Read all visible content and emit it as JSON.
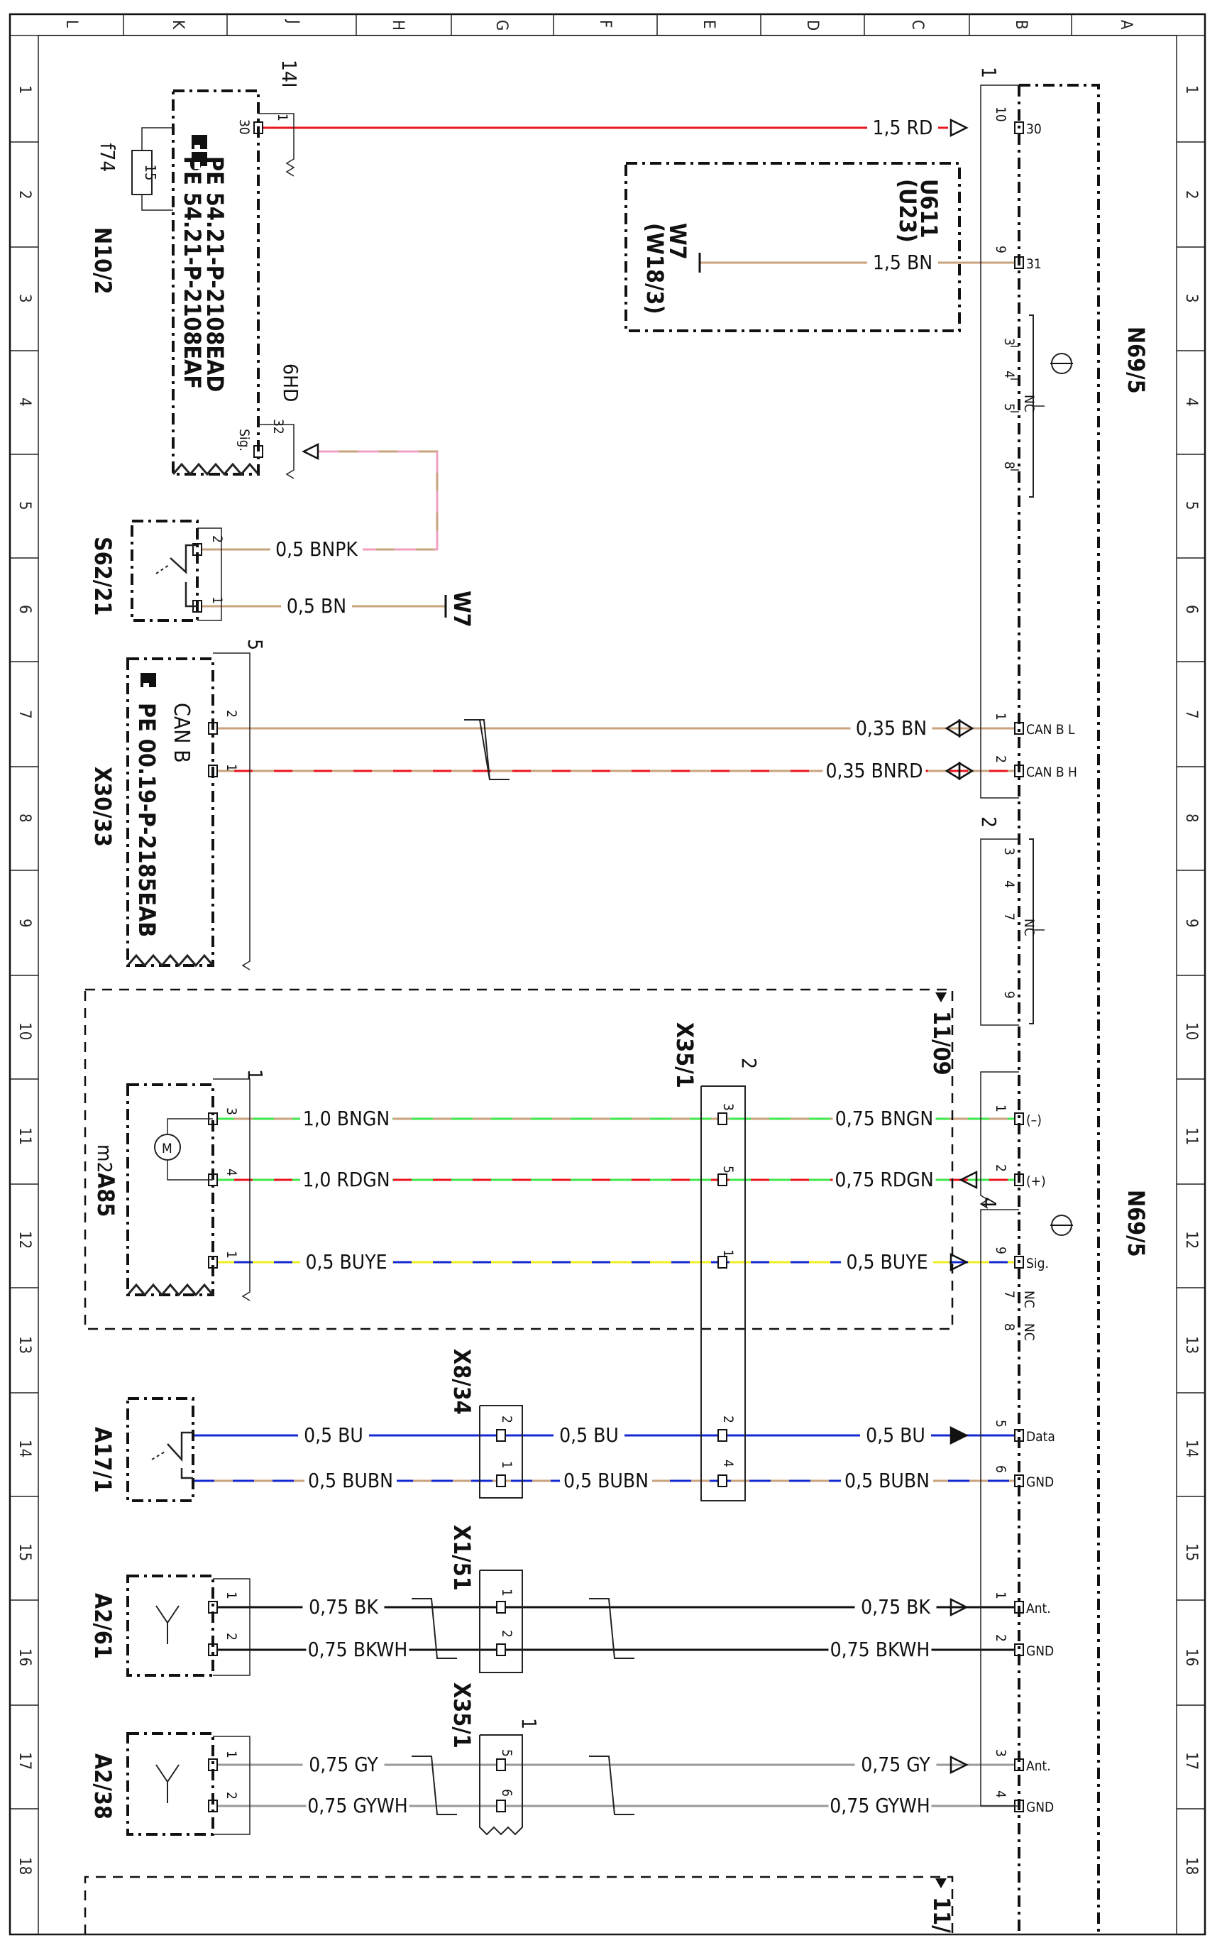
{
  "rows": [
    "1",
    "2",
    "3",
    "4",
    "5",
    "6",
    "7",
    "8",
    "9",
    "10",
    "11",
    "12",
    "13",
    "14",
    "15",
    "16",
    "17",
    "18"
  ],
  "cols": [
    "L",
    "K",
    "J",
    "H",
    "G",
    "F",
    "E",
    "D",
    "C",
    "B",
    "A"
  ],
  "N10_2": {
    "id": "N10/2",
    "ref": "14I",
    "pin30": "30",
    "pin1": "1",
    "fuse_id": "f74",
    "fuse_val": "15",
    "pe1": "PE 54.21-P-2108EAD",
    "pe2": "PE 54.21-P-2108EAF",
    "ref2": "6HD",
    "pin32": "32",
    "sig": "Sig."
  },
  "U611": {
    "id": "U611",
    "sub": "(U23)"
  },
  "W7": {
    "id": "W7",
    "sub": "(W18/3)"
  },
  "S62_21": {
    "id": "S62/21",
    "pin2": "2",
    "pin1": "1"
  },
  "X30_33": {
    "id": "X30/33",
    "pin2": "2",
    "pin1": "1",
    "bus": "CAN B",
    "pe": "PE 00.19-P-2185EAB",
    "ref": "5"
  },
  "N69_5a": {
    "id": "N69/5",
    "ref": "1",
    "pin_10": "10",
    "pin_9": "9",
    "pin_3": "3",
    "pin_4": "4",
    "pin_5": "5",
    "pin_8": "8",
    "pin_1": "1",
    "pin_2": "2",
    "s30": "30",
    "s31": "31",
    "nc": "NC",
    "canl": "CAN B L",
    "canh": "CAN B H"
  },
  "N69_5b": {
    "id": "N69/5",
    "ref": "2",
    "ref2": "4",
    "p3": "3",
    "p4": "4",
    "p7": "7",
    "p9": "9",
    "p1": "1",
    "p2": "2",
    "p9b": "9",
    "p7b": "7",
    "p8": "8",
    "p5": "5",
    "p6": "6",
    "p1b": "1",
    "p2b": "2",
    "p3b": "3",
    "p4b": "4",
    "nc": "NC",
    "minus": "(–)",
    "plus": "(+)",
    "sig": "Sig.",
    "nc1": "NC",
    "nc2": "NC",
    "data": "Data",
    "gnd1": "GND",
    "ant1": "Ant.",
    "gnd2": "GND",
    "ant2": "Ant.",
    "gnd3": "GND"
  },
  "A85": {
    "id": "A85",
    "m2": "m2",
    "motor": "M",
    "pin3": "3",
    "pin4": "4",
    "pin1": "1",
    "ref": "1"
  },
  "X35_1a": {
    "id": "X35/1",
    "ref": "2",
    "p3": "3",
    "p5": "5",
    "p1": "1",
    "p2": "2",
    "p4": "4"
  },
  "X8_34": {
    "id": "X8/34",
    "p2": "2",
    "p1": "1"
  },
  "X1_51": {
    "id": "X1/51",
    "p1": "1",
    "p2": "2"
  },
  "X35_1b": {
    "id": "X35/1",
    "ref": "1",
    "p5": "5",
    "p6": "6"
  },
  "A17_1": {
    "id": "A17/1"
  },
  "A2_61": {
    "id": "A2/61",
    "p1": "1",
    "p2": "2"
  },
  "A2_38": {
    "id": "A2/38",
    "p1": "1",
    "p2": "2"
  },
  "ref_1109": "11/09",
  "ref_11": "11/",
  "wires": {
    "w30": "1,5 RD",
    "w31": "1,5 BN",
    "bnpk": "0,5 BNPK",
    "bn05": "0,5 BN",
    "w7": "W7",
    "canl": "0,35 BN",
    "canh": "0,35 BNRD",
    "bngn1": "1,0 BNGN",
    "bngn2": "0,75 BNGN",
    "rdgn1": "1,0 RDGN",
    "rdgn2": "0,75 RDGN",
    "buye1": "0,5 BUYE",
    "buye2": "0,5 BUYE",
    "bu1": "0,5 BU",
    "bu2": "0,5 BU",
    "bu3": "0,5 BU",
    "bubn1": "0,5 BUBN",
    "bubn2": "0,5 BUBN",
    "bubn3": "0,5 BUBN",
    "bk1": "0,75 BK",
    "bk2": "0,75 BK",
    "bkwh1": "0,75 BKWH",
    "bkwh2": "0,75 BKWH",
    "gy1": "0,75 GY",
    "gy2": "0,75 GY",
    "gywh1": "0,75 GYWH",
    "gywh2": "0,75 GYWH"
  },
  "colors": {
    "rd": "#e8141e",
    "bn": "#c9a27e",
    "pk": "#f2a0c2",
    "gn": "#3fe84a",
    "ye": "#f0ee20",
    "bu": "#1428d2",
    "bk": "#111111",
    "gy": "#9a9a9a",
    "wh": "#ffffff"
  }
}
